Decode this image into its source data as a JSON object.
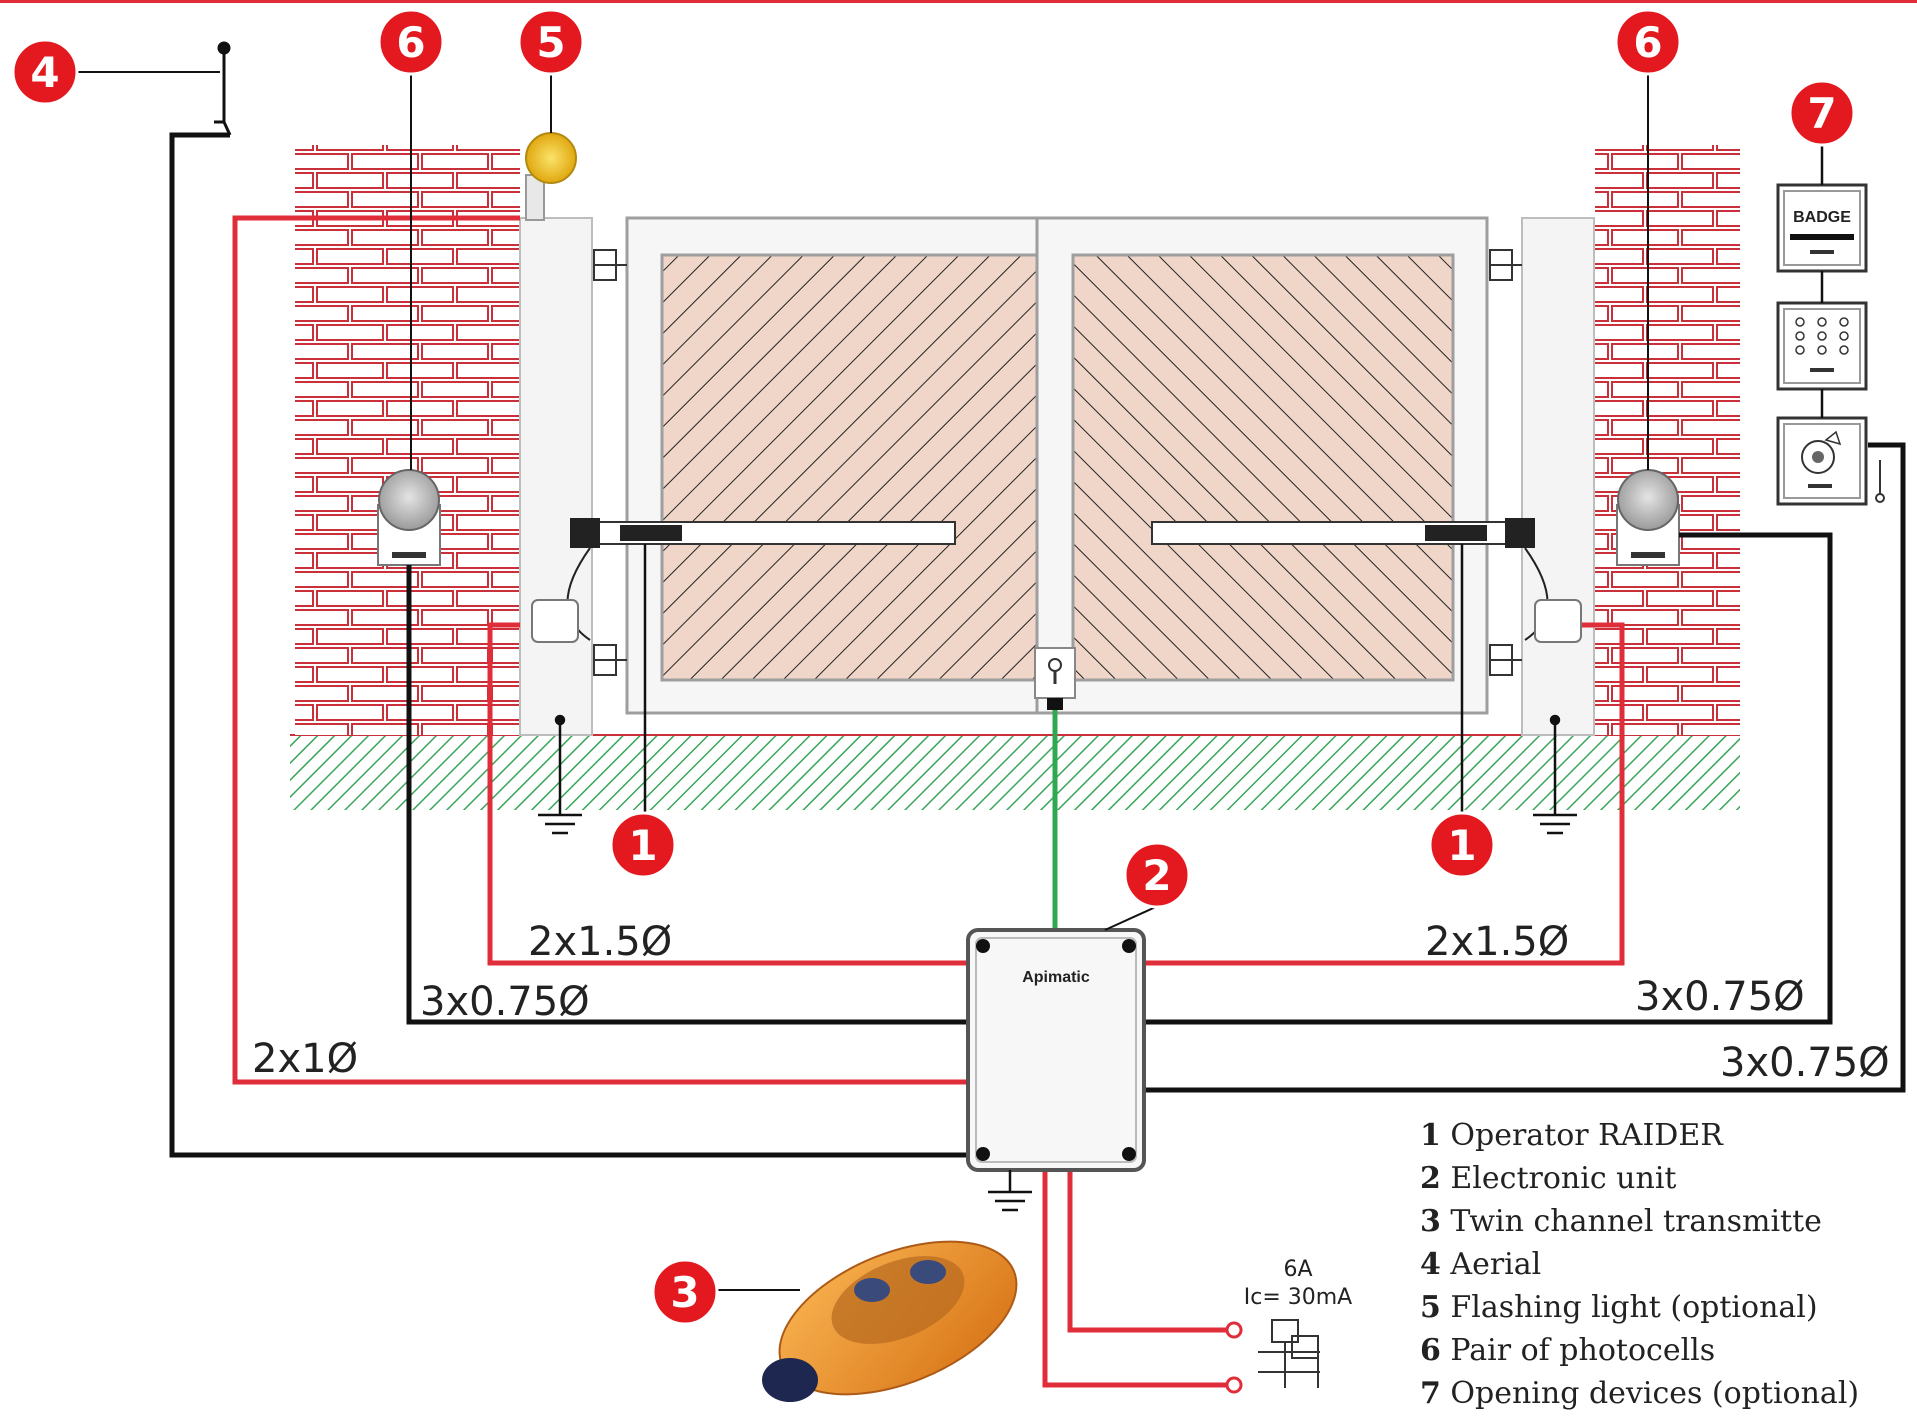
{
  "badges": {
    "operator_left": "1",
    "operator_right": "1",
    "electronic_unit": "2",
    "transmitter": "3",
    "aerial": "4",
    "flashing_light": "5",
    "photocell_left": "6",
    "photocell_right": "6",
    "opening_devices": "7"
  },
  "wires": {
    "left_red_short": "2x1.5Ø",
    "right_red_short": "2x1.5Ø",
    "left_black": "3x0.75Ø",
    "right_black": "3x0.75Ø",
    "left_red_long": "2x1Ø",
    "right_black_long": "3x0.75Ø"
  },
  "breaker": {
    "rating": "6A",
    "sensitivity": "Ic= 30mA"
  },
  "devices": {
    "badge_reader_label": "BADGE",
    "unit_brand": "Apimatic"
  },
  "legend": [
    {
      "num": "1",
      "text": "Operator RAIDER"
    },
    {
      "num": "2",
      "text": "Electronic unit"
    },
    {
      "num": "3",
      "text": "Twin channel transmitte"
    },
    {
      "num": "4",
      "text": "Aerial"
    },
    {
      "num": "5",
      "text": "Flashing light (optional)"
    },
    {
      "num": "6",
      "text": "Pair of photocells"
    },
    {
      "num": "7",
      "text": "Opening devices (optional)"
    }
  ],
  "colors": {
    "badge": "#e3191f",
    "red_wire": "#e02d3a",
    "black_wire": "#111111",
    "green_wire": "#2fa84f",
    "brick": "#c9303a",
    "panel_fill": "#f0d6c8",
    "ground_hatch": "#3aa55a",
    "flash_light": "#f2c41c",
    "transmitter": "#f08a1c"
  }
}
